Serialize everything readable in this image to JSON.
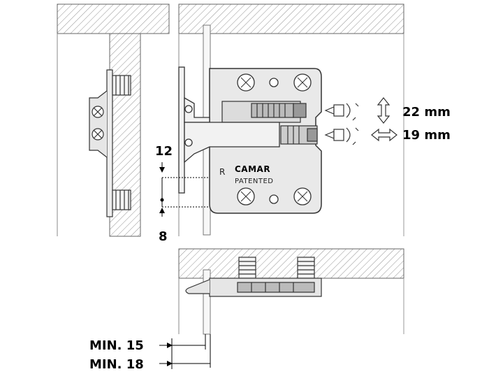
{
  "labels": {
    "height_adjust": "22 mm",
    "depth_adjust": "19 mm",
    "dim_top": "12",
    "dim_bottom": "8",
    "min_1": "MIN. 15",
    "min_2": "MIN. 18"
  },
  "plate": {
    "brand": "CAMAR",
    "patented": "PATENTED",
    "side_mark": "R"
  },
  "icons": {
    "screwdriver": "screwdriver-icon",
    "vertical_arrow": "double-arrow-vertical-icon",
    "horizontal_arrow": "double-arrow-horizontal-icon"
  }
}
